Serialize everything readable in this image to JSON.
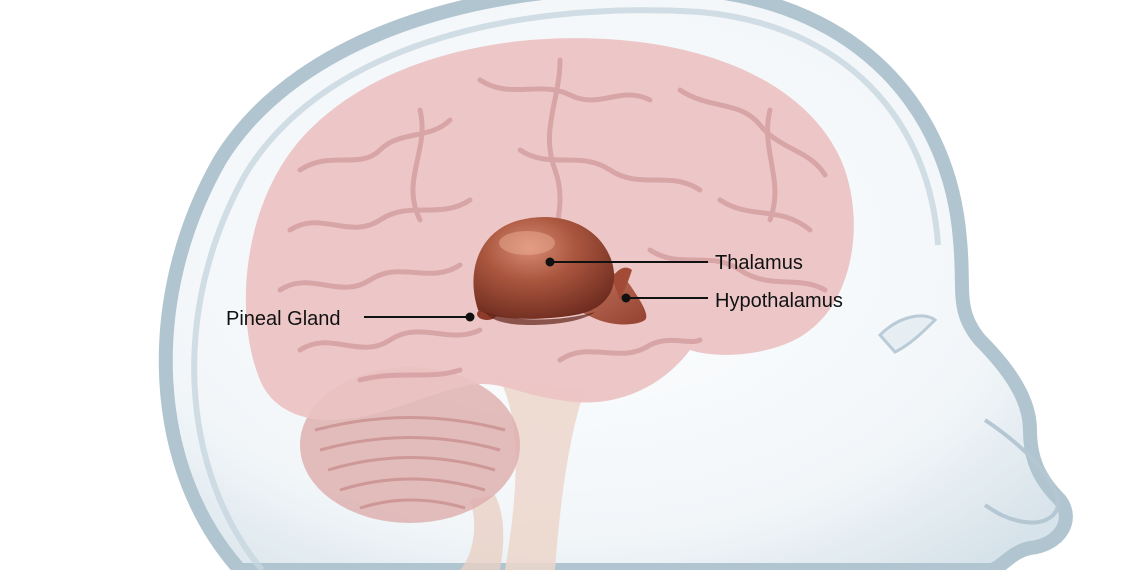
{
  "labels": {
    "thalamus": "Thalamus",
    "hypothalamus": "Hypothalamus",
    "pineal_gland": "Pineal Gland"
  },
  "colors": {
    "background": "#ffffff",
    "head_fill": "#dfe8ef",
    "head_edge": "#a9bfcc",
    "cerebrum": "#e8bcbc",
    "cerebrum_fold": "#d49a9c",
    "cerebellum": "#dcaaa8",
    "brainstem": "#e9cfc4",
    "thalamus": "#a4533c",
    "hypothalamus": "#b4604a",
    "pineal": "#8e3b2c",
    "leader_line": "#111111"
  }
}
